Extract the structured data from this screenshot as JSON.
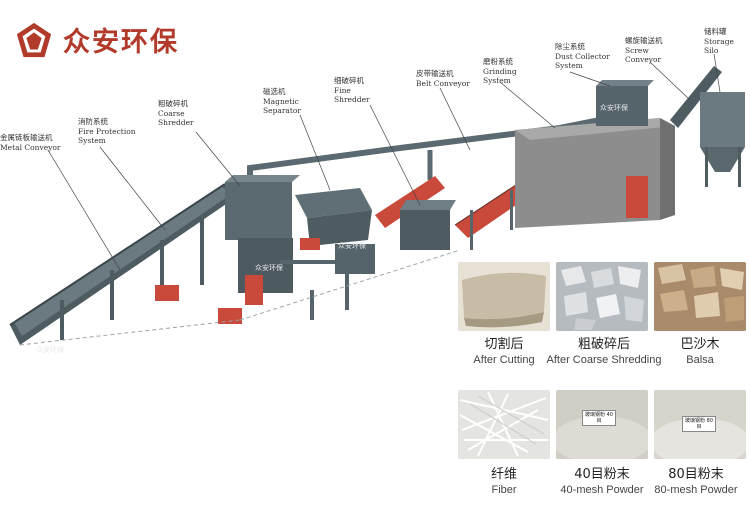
{
  "brand": {
    "name": "众安环保"
  },
  "labels": {
    "metal_conveyor": {
      "zh": "金属链板输送机",
      "en": "Metal Conveyor"
    },
    "fire": {
      "zh": "消防系统",
      "en1": "Fire Protection",
      "en2": "System"
    },
    "coarse": {
      "zh": "粗破碎机",
      "en1": "Coarse",
      "en2": "Shredder"
    },
    "magnetic": {
      "zh": "磁选机",
      "en1": "Magnetic",
      "en2": "Separator"
    },
    "fine": {
      "zh": "细破碎机",
      "en1": "Fine",
      "en2": "Shredder"
    },
    "belt": {
      "zh": "皮带输送机",
      "en1": "Belt Conveyor"
    },
    "grinding": {
      "zh": "磨粉系统",
      "en1": "Grinding",
      "en2": "System"
    },
    "dust": {
      "zh": "除尘系统",
      "en1": "Dust Collector",
      "en2": "System"
    },
    "screw": {
      "zh": "螺旋输送机",
      "en1": "Screw",
      "en2": "Conveyor"
    },
    "silo": {
      "zh": "储料罐",
      "en1": "Storage",
      "en2": "Silo"
    }
  },
  "machine_marks": [
    "众安环保",
    "众安环保",
    "众安环保",
    "众安环保"
  ],
  "products": [
    {
      "zh": "切割后",
      "en": "After Cutting",
      "color": "#cfc5b4"
    },
    {
      "zh": "粗破碎后",
      "en": "After Coarse Shredding",
      "color": "#bfc3c8"
    },
    {
      "zh": "巴沙木",
      "en": "Balsa",
      "color": "#b89b7c"
    },
    {
      "zh": "纤维",
      "en": "Fiber",
      "color": "#e9e9e7"
    },
    {
      "zh": "40目粉末",
      "en": "40-mesh Powder",
      "color": "#d8d6cf"
    },
    {
      "zh": "80目粉末",
      "en": "80-mesh Powder",
      "color": "#dedcd5"
    }
  ],
  "sample_tags": {
    "t40": "玻璃钢粉 40目",
    "t80": "玻璃钢粉 80目"
  },
  "colors": {
    "brand_red": "#b23a2b",
    "frame": "#4b5a60",
    "belt": "#c94a3a"
  }
}
